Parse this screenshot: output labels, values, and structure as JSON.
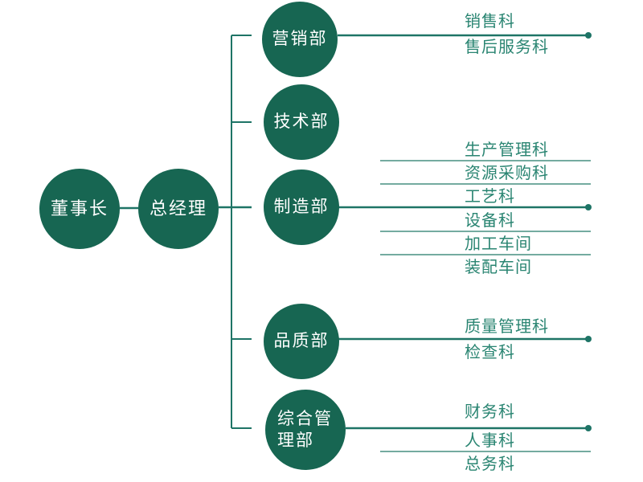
{
  "chart": {
    "type": "org-chart",
    "chairman": {
      "label": "董事长"
    },
    "general_manager": {
      "label": "总经理"
    },
    "departments": [
      {
        "label": "营销部",
        "sections": [
          "销售科",
          "售后服务科"
        ]
      },
      {
        "label": "技术部",
        "sections": []
      },
      {
        "label": "制造部",
        "sections": [
          "生产管理科",
          "资源采购科",
          "工艺科",
          "设备科",
          "加工车间",
          "装配车间"
        ]
      },
      {
        "label": "品质部",
        "sections": [
          "质量管理科",
          "检查科"
        ]
      },
      {
        "label": "综合管理部",
        "sections": [
          "财务科",
          "人事科",
          "总务科"
        ]
      }
    ],
    "colors": {
      "node_fill": "#176652",
      "node_text": "#ffffff",
      "connector_thick": "#1e7466",
      "connector_thin": "#478f81",
      "section_text": "#2a8572",
      "background": "#ffffff"
    }
  }
}
